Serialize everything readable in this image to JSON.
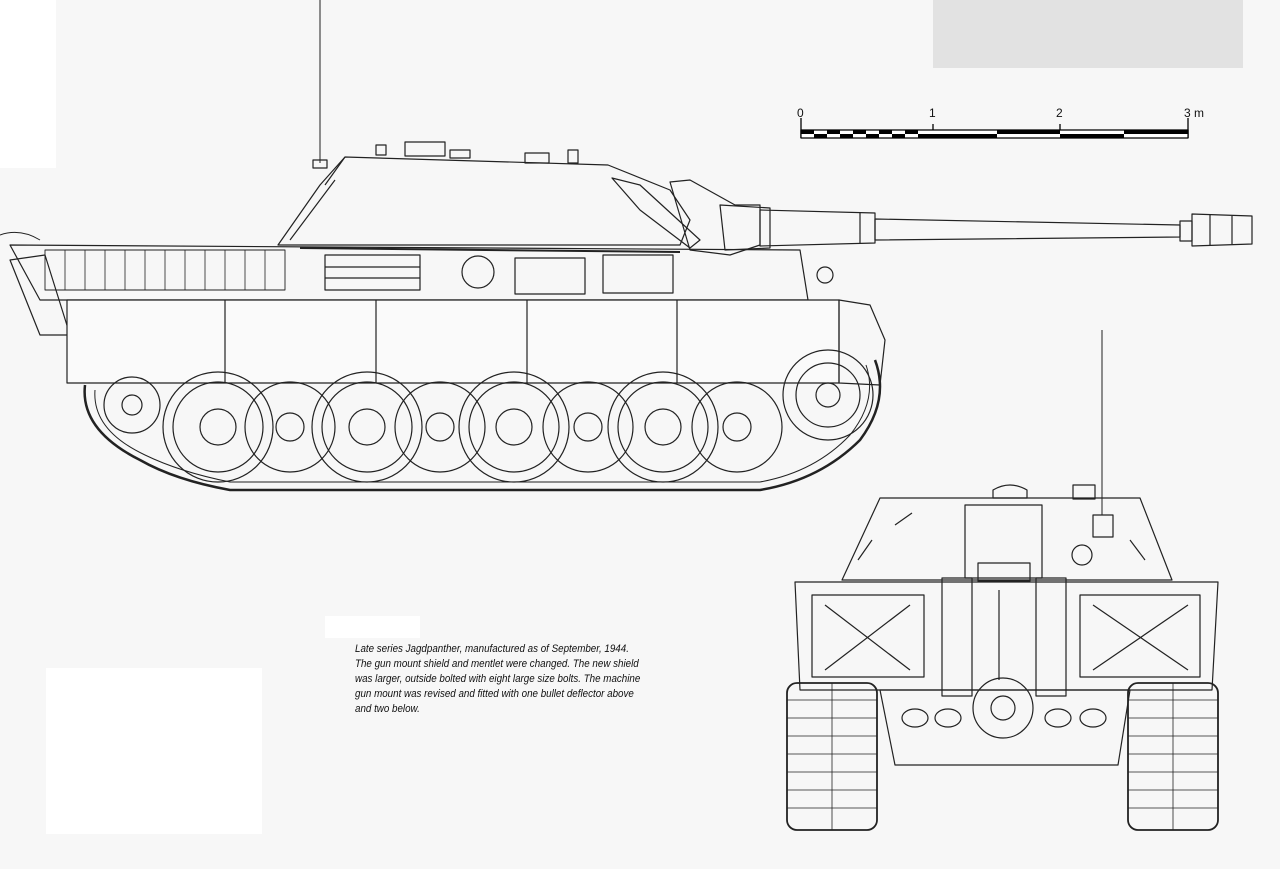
{
  "scale": {
    "ticks": [
      "0",
      "1",
      "2",
      "3 m"
    ]
  },
  "caption": "Late series Jagdpanther, manufactured as of September, 1944. The gun mount shield and mentlet were changed. The new shield was larger, outside bolted with eight large size bolts. The machine gun mount was revised and fitted with one bullet deflector above and two below.",
  "colors": {
    "paper": "#f7f7f7",
    "line": "#222222",
    "panel": "#e2e2e2"
  }
}
